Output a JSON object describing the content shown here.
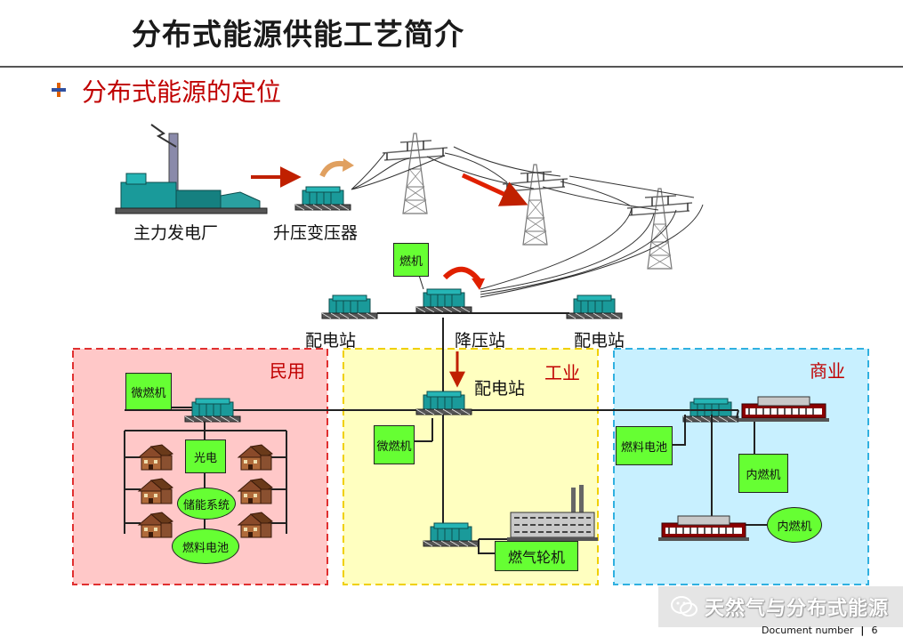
{
  "slide": {
    "title": "分布式能源供能工艺简介",
    "subtitle": "分布式能源的定位"
  },
  "diagram": {
    "grid_labels": {
      "main_plant": "主力发电厂",
      "step_up": "升压变压器",
      "gas_turbine_top": "燃机",
      "dist_left": "配电站",
      "step_down": "降压站",
      "dist_right": "配电站",
      "dist_center": "配电站"
    },
    "zones": {
      "residential": {
        "label": "民用",
        "micro_turbine": "微燃机",
        "pv": "光电",
        "storage": "储能系统",
        "fuel_cell": "燃料电池"
      },
      "industrial": {
        "label": "工业",
        "micro_turbine": "微燃机",
        "gas_turbine": "燃气轮机"
      },
      "commercial": {
        "label": "商业",
        "fuel_cell": "燃料电池",
        "ice_box": "内燃机",
        "ice_oval": "内燃机"
      }
    },
    "colors": {
      "residential_fill": "#ffc8c8",
      "residential_border": "#e03030",
      "industrial_fill": "#ffffc0",
      "industrial_border": "#f0d000",
      "commercial_fill": "#c8f0ff",
      "commercial_border": "#30b0e0",
      "equipment_box": "#66ff33",
      "accent_red": "#c00000"
    }
  },
  "watermark": {
    "text": "天然气与分布式能源",
    "icon": "wechat-icon"
  },
  "footer": {
    "label": "Document number",
    "page": "6"
  }
}
